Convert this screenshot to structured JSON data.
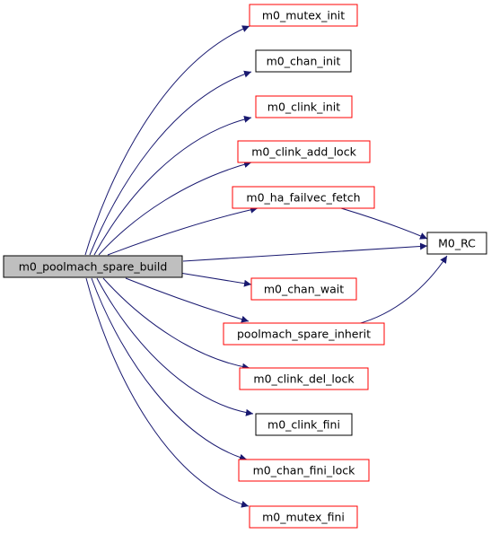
{
  "graph": {
    "root": {
      "label": "m0_poolmach_spare_build",
      "fill": "#bfbfbf",
      "stroke": "#000000"
    },
    "callees": [
      {
        "id": "m0_mutex_init",
        "label": "m0_mutex_init",
        "stroke": "#ff0000"
      },
      {
        "id": "m0_chan_init",
        "label": "m0_chan_init",
        "stroke": "#000000"
      },
      {
        "id": "m0_clink_init",
        "label": "m0_clink_init",
        "stroke": "#ff0000"
      },
      {
        "id": "m0_clink_add_lock",
        "label": "m0_clink_add_lock",
        "stroke": "#ff0000"
      },
      {
        "id": "m0_ha_failvec_fetch",
        "label": "m0_ha_failvec_fetch",
        "stroke": "#ff0000"
      },
      {
        "id": "m0_rc",
        "label": "M0_RC",
        "stroke": "#000000"
      },
      {
        "id": "m0_chan_wait",
        "label": "m0_chan_wait",
        "stroke": "#ff0000"
      },
      {
        "id": "poolmach_spare_inherit",
        "label": "poolmach_spare_inherit",
        "stroke": "#ff0000"
      },
      {
        "id": "m0_clink_del_lock",
        "label": "m0_clink_del_lock",
        "stroke": "#ff0000"
      },
      {
        "id": "m0_clink_fini",
        "label": "m0_clink_fini",
        "stroke": "#000000"
      },
      {
        "id": "m0_chan_fini_lock",
        "label": "m0_chan_fini_lock",
        "stroke": "#ff0000"
      },
      {
        "id": "m0_mutex_fini",
        "label": "m0_mutex_fini",
        "stroke": "#ff0000"
      }
    ],
    "edge_color": "#191970"
  }
}
